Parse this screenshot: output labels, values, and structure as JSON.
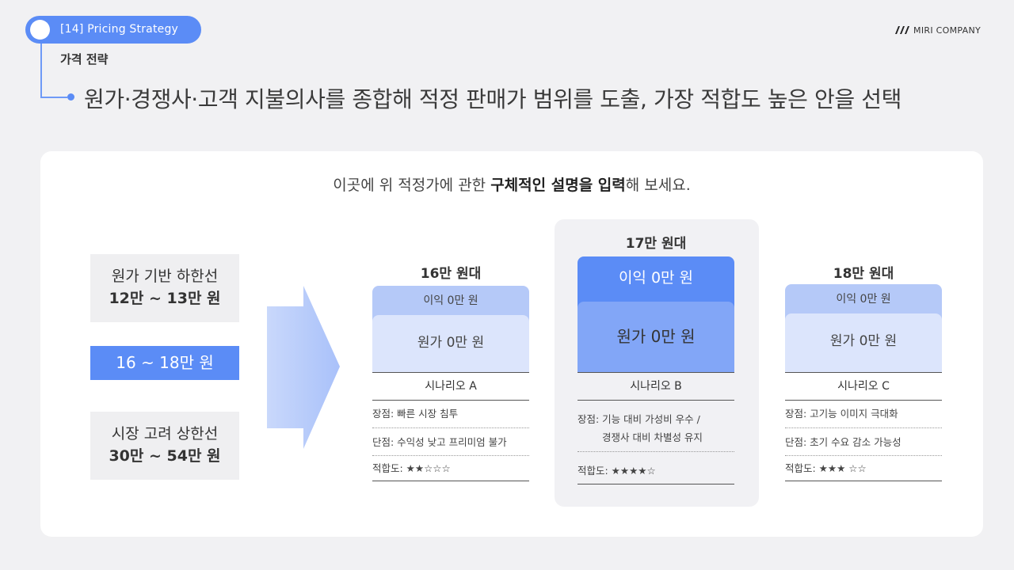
{
  "header": {
    "tag": "[14] Pricing Strategy",
    "subtitle": "가격 전략",
    "headline": "원가·경쟁사·고객 지불의사를 종합해 적정 판매가 범위를 도출, 가장 적합도 높은 안을 선택",
    "brand": "MIRI COMPANY"
  },
  "card": {
    "desc_pre": "이곳에 위 적정가에 관한 ",
    "desc_bold": "구체적인 설명을 입력",
    "desc_post": "해 보세요."
  },
  "left": {
    "cost_floor_label": "원가 기반 하한선",
    "cost_floor_value": "12만 ~ 13만 원",
    "target_range": "16 ~ 18만 원",
    "market_ceiling_label": "시장 고려 상한선",
    "market_ceiling_value": "30만 ~ 54만 원"
  },
  "scenarios": [
    {
      "price": "16만 원대",
      "profit": "이익 0만 원",
      "cost": "원가 0만 원",
      "name": "시나리오 A",
      "pros": "장점: 빠른 시장 침투",
      "cons": "단점: 수익성 낮고 프리미엄 불가",
      "fit": "적합도: ★★☆☆☆"
    },
    {
      "price": "17만 원대",
      "profit": "이익 0만 원",
      "cost": "원가 0만 원",
      "name": "시나리오 B",
      "pros_line1": "장점: 기능 대비 가성비 우수 /",
      "pros_line2": "경쟁사 대비 차별성 유지",
      "fit": "적합도: ★★★★☆"
    },
    {
      "price": "18만 원대",
      "profit": "이익 0만 원",
      "cost": "원가 0만 원",
      "name": "시나리오 C",
      "pros": "장점: 고기능 이미지 극대화",
      "cons": "단점: 초기 수요 감소 가능성",
      "fit": "적합도: ★★★ ☆☆"
    }
  ],
  "colors": {
    "accent": "#5b8cf6",
    "light_blue": "#b5c9f8",
    "lighter_blue": "#d6e1fb",
    "mid_blue": "#82a6f7"
  }
}
